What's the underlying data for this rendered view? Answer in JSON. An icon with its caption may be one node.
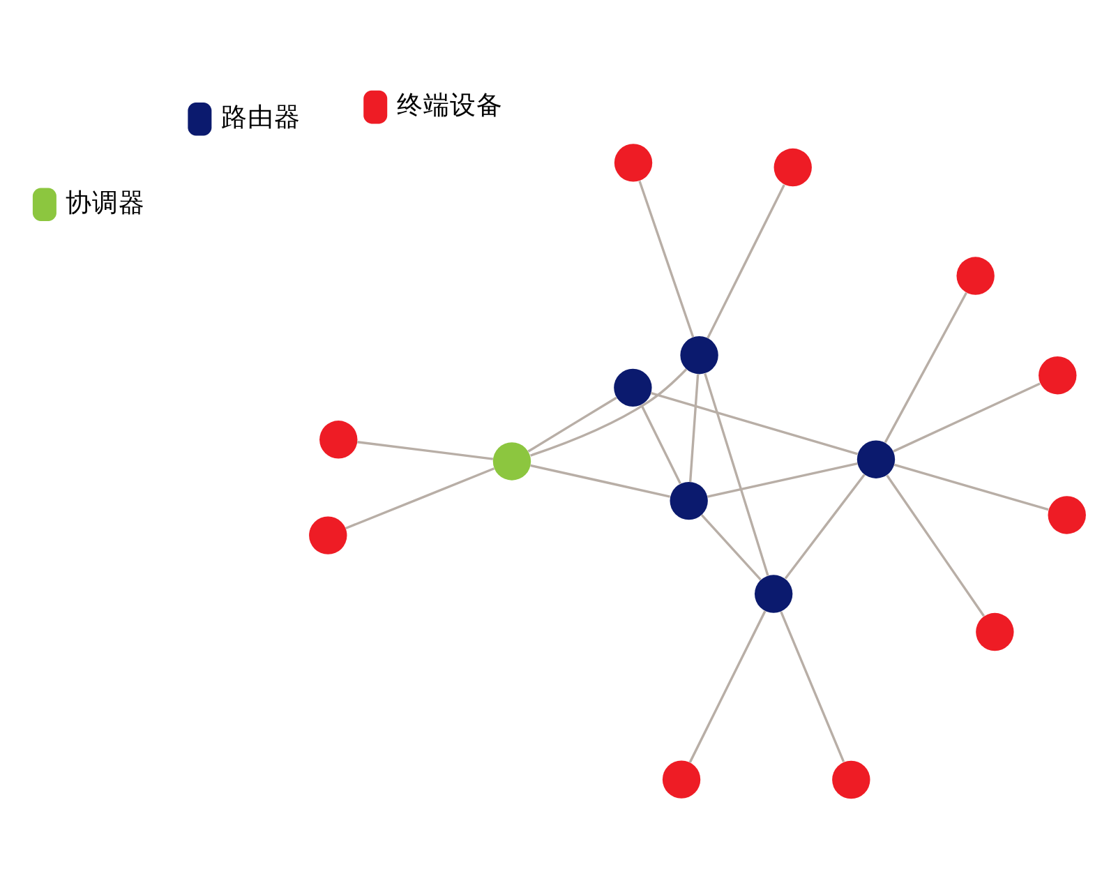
{
  "diagram": {
    "nodes": [
      {
        "text": [],
        "shape": "circle"
      },
      {
        "text": [],
        "shape": "circle"
      },
      {
        "text": [],
        "shape": "circle"
      },
      {
        "text": [],
        "shape": "circle"
      },
      {
        "text": [],
        "shape": "circle"
      },
      {
        "text": [],
        "shape": "circle"
      },
      {
        "text": [],
        "shape": "circle"
      },
      {
        "text": [],
        "shape": "circle"
      },
      {
        "text": [],
        "shape": "circle"
      },
      {
        "text": [],
        "shape": "circle"
      },
      {
        "text": [],
        "shape": "circle"
      },
      {
        "text": [],
        "shape": "circle"
      },
      {
        "text": [],
        "shape": "circle"
      },
      {
        "text": [],
        "shape": "circle"
      },
      {
        "text": [],
        "shape": "circle"
      },
      {
        "text": [],
        "shape": "circle"
      }
    ],
    "edges": [
      {
        "from": 3,
        "to": 0,
        "arrow": "none"
      },
      {
        "from": 2,
        "to": 3,
        "arrow": "none"
      },
      {
        "from": 3,
        "to": 4,
        "arrow": "none"
      },
      {
        "from": 3,
        "to": 6,
        "arrow": "none"
      },
      {
        "from": 3,
        "to": 7,
        "arrow": "none"
      },
      {
        "from": 4,
        "to": 1,
        "arrow": "none"
      },
      {
        "from": 4,
        "to": 5,
        "arrow": "none"
      },
      {
        "from": 4,
        "to": 6,
        "arrow": "none"
      },
      {
        "from": 4,
        "to": 9,
        "arrow": "none"
      },
      {
        "from": 7,
        "to": 6,
        "arrow": "none"
      },
      {
        "from": 6,
        "to": 9,
        "arrow": "none"
      },
      {
        "from": 6,
        "to": 11,
        "arrow": "none"
      },
      {
        "from": 7,
        "to": 11,
        "arrow": "none"
      },
      {
        "from": 9,
        "to": 8,
        "arrow": "none"
      },
      {
        "from": 9,
        "to": 12,
        "arrow": "none"
      },
      {
        "from": 9,
        "to": 11,
        "arrow": "none"
      },
      {
        "from": 10,
        "to": 11,
        "arrow": "none"
      },
      {
        "from": 11,
        "to": 13,
        "arrow": "none"
      },
      {
        "from": 11,
        "to": 14,
        "arrow": "none"
      },
      {
        "from": 11,
        "to": 15,
        "arrow": "none"
      }
    ],
    "legend": [
      {
        "text": "协调器",
        "color": "#8cc63f"
      },
      {
        "text": "路由器",
        "color": "#0b1a6e"
      },
      {
        "text": "终端设备",
        "color": "#ee1c25"
      }
    ]
  }
}
